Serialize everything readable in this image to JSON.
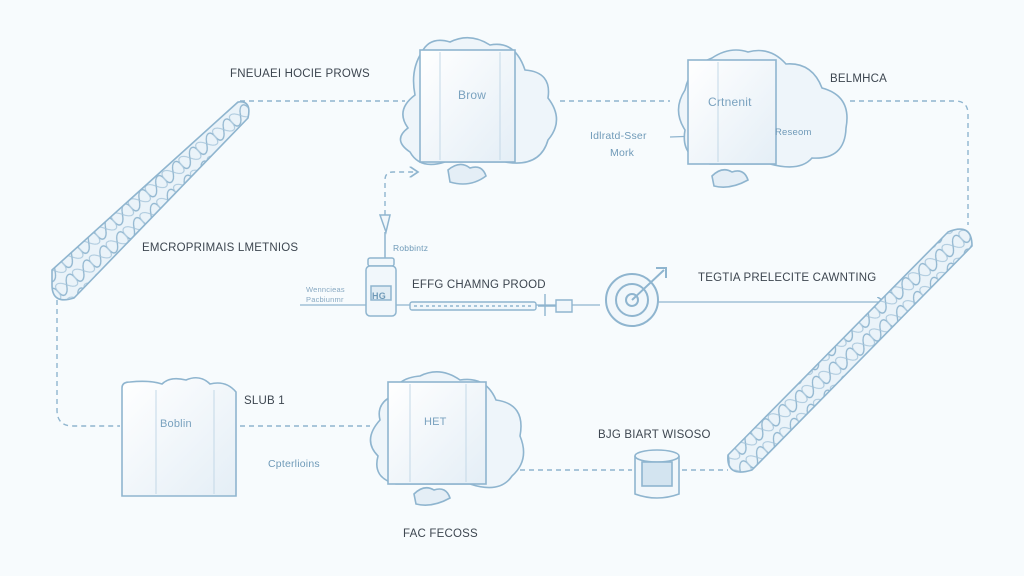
{
  "colors": {
    "background": "#f7fbfd",
    "stroke": "#8fb5cf",
    "fill": "#e9f2f8",
    "text_dark": "#3d4650",
    "text_blue": "#6f9ab8"
  },
  "nodes": [
    {
      "id": "brow",
      "label": "Brow",
      "shape": "cloud-cube"
    },
    {
      "id": "crtnenit",
      "label": "Crtnenit",
      "shape": "cloud-cube"
    },
    {
      "id": "boblin",
      "label": "Boblin",
      "shape": "cube"
    },
    {
      "id": "het",
      "label": "HET",
      "shape": "cloud-cube"
    },
    {
      "id": "jar",
      "label": "HG",
      "shape": "jar"
    },
    {
      "id": "database",
      "label": "",
      "shape": "cylinder"
    },
    {
      "id": "target",
      "label": "",
      "shape": "target-arrow"
    }
  ],
  "labels": {
    "top_left": "FNEUAEI HOCIE PROWS",
    "top_right": "BELMHCA",
    "left_mid": "EMCROPRIMAIS LMETNIOS",
    "center_process": "EFFG CHAMNG PROOD",
    "right_mid": "TEGTIA PRELECITE CAWNTING",
    "bottom_left_tag": "SLUB 1",
    "bottom_left_caption": "Cpterlioins",
    "bottom_center": "FAC FECOSS",
    "bottom_right": "BJG BIART WISOSO",
    "side_note_line1": "Idlratd-Sser",
    "side_note_line2": "Mork",
    "inner_note": "Reseom",
    "jar_top_note": "Robbintz",
    "jar_side_line1": "Wenncieas",
    "jar_side_line2": "Pacbiunmr"
  },
  "connectors": [
    {
      "from": "chain-left",
      "to": "brow",
      "style": "dashed"
    },
    {
      "from": "brow",
      "to": "crtnenit",
      "style": "dashed"
    },
    {
      "from": "crtnenit",
      "to": "chain-right",
      "style": "dashed"
    },
    {
      "from": "chain-left",
      "to": "boblin",
      "style": "dashed"
    },
    {
      "from": "boblin",
      "to": "het",
      "style": "dashed"
    },
    {
      "from": "het",
      "to": "database",
      "style": "dashed"
    },
    {
      "from": "database",
      "to": "chain-right",
      "style": "dashed"
    },
    {
      "from": "jar",
      "to": "brow",
      "style": "dashed-arrow"
    },
    {
      "from": "target",
      "to": "chain-right",
      "style": "arrow"
    }
  ]
}
